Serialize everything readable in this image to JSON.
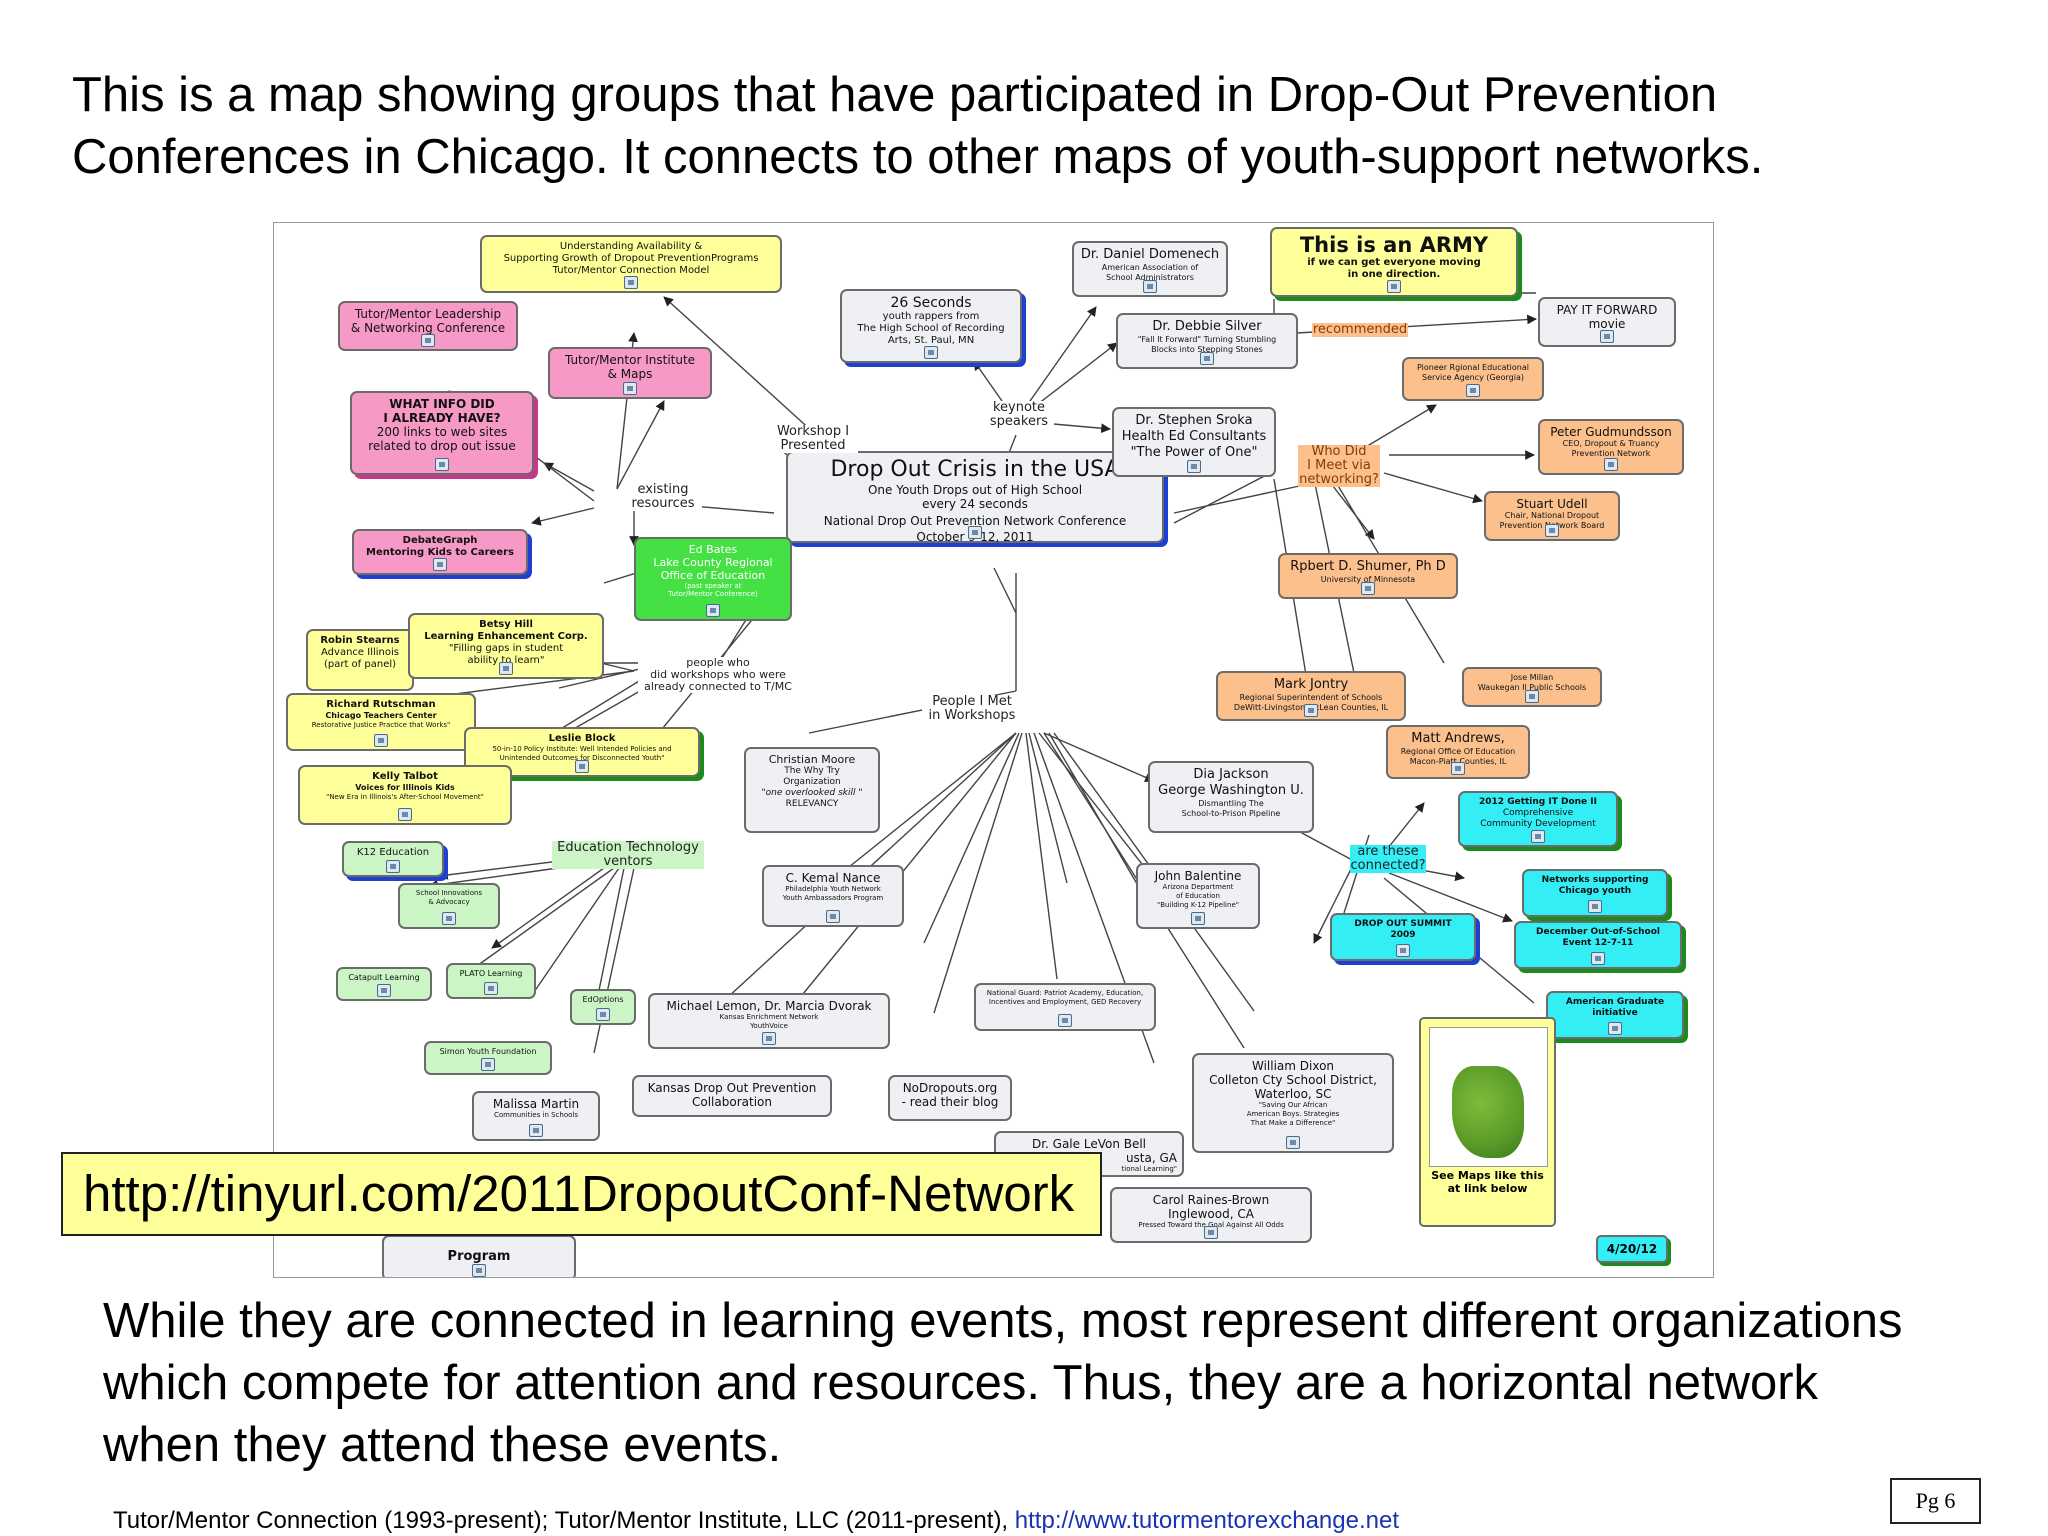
{
  "slide": {
    "intro_line1": "This is a map showing groups that have participated in Drop-Out Prevention",
    "intro_line2": "Conferences in Chicago.  It connects to other maps of youth-support networks.",
    "url_box": "http://tinyurl.com/2011DropoutConf-Network",
    "outro_line1": "While they are connected in learning events, most represent different organizations",
    "outro_line2": "which compete for attention and resources. Thus, they are a  horizontal network",
    "outro_line3": "when they attend these events.",
    "footer_text": "Tutor/Mentor Connection (1993-present); Tutor/Mentor Institute, LLC (2011-present), ",
    "footer_link": "http://www.tutormentorexchange.net",
    "page_number": "Pg  6"
  },
  "map": {
    "center": {
      "title": "Drop Out Crisis in the USA",
      "line1": "One Youth Drops out of High School",
      "line2": "every 24 seconds",
      "line3": "National Drop Out Prevention Network Conference",
      "line4": "October 9-12, 2011"
    },
    "army": {
      "title": "This is an ARMY",
      "line1": "if we can get everyone moving",
      "line2": "in one direction."
    },
    "understanding": {
      "line1": "Understanding Availability &",
      "line2": "Supporting Growth of Dropout PreventionPrograms",
      "line3": "Tutor/Mentor Connection Model"
    },
    "tm_leadership": {
      "line1": "Tutor/Mentor Leadership",
      "line2": "& Networking Conference"
    },
    "tm_institute": {
      "line1": "Tutor/Mentor Institute",
      "line2": "& Maps"
    },
    "what_info": {
      "line1": "WHAT INFO DID",
      "line2": "I ALREADY HAVE?",
      "line3": "200 links to web sites",
      "line4": "related to drop out issue"
    },
    "debategraph": {
      "line1": "DebateGraph",
      "line2": "Mentoring Kids to Careers"
    },
    "ed_bates": {
      "line1": "Ed Bates",
      "line2": "Lake County Regional",
      "line3": "Office of Education",
      "line4": "(past speaker at",
      "line5": "Tutor/Mentor Conference)"
    },
    "twentysix": {
      "title": "26 Seconds",
      "line1": "youth rappers from",
      "line2": "The High School of Recording",
      "line3": "Arts, St. Paul, MN"
    },
    "domenech": {
      "title": "Dr. Daniel Domenech",
      "line1": "American Association of",
      "line2": "School Administrators"
    },
    "silver": {
      "title": "Dr. Debbie Silver",
      "line1": "\"Fall It Forward\" Turning Stumbling",
      "line2": "Blocks into Stepping Stones"
    },
    "sroka": {
      "title": "Dr. Stephen Sroka",
      "line1": "Health Ed Consultants",
      "line2": "\"The Power of One\""
    },
    "pay_it_forward": {
      "line1": "PAY IT FORWARD",
      "line2": "movie"
    },
    "pioneer": {
      "line1": "Pioneer Rgional Educational",
      "line2": "Service Agency (Georgia)"
    },
    "gudmundsson": {
      "title": "Peter Gudmundsson",
      "line1": "CEO, Dropout & Truancy",
      "line2": "Prevention Network"
    },
    "udell": {
      "title": "Stuart Udell",
      "line1": "Chair, National Dropout",
      "line2": "Prevention Network Board"
    },
    "shumer": {
      "title": "Rpbert D. Shumer, Ph D",
      "line1": "University of Minnesota"
    },
    "jontry": {
      "title": "Mark Jontry",
      "line1": "Regional Superintendent of Schools",
      "line2": "DeWitt-Livingston-McLean Counties, IL"
    },
    "millan": {
      "line1": "Jose Millan",
      "line2": "Waukegan Il Public Schools"
    },
    "andrews": {
      "title": "Matt Andrews,",
      "line1": "Regional Office Of Education",
      "line2": "Macon-Piatt Counties, IL"
    },
    "stearns": {
      "line1": "Robin Stearns",
      "line2": "Advance Illinois",
      "line3": "(part of panel)"
    },
    "hill": {
      "line1": "Betsy Hill",
      "line2": "Learning Enhancement Corp.",
      "line3": "\"Filling gaps in student",
      "line4": "ability to learn\""
    },
    "rutschman": {
      "line1": "Richard Rutschman",
      "line2": "Chicago Teachers Center",
      "line3": "Restorative Justice Practice that Works\""
    },
    "block": {
      "line1": "Leslie Block",
      "line2": "50-in-10 Policy Institute: Well Intended Policies and",
      "line3": "Unintended Outcomes for Disconnected Youth\""
    },
    "talbot": {
      "line1": "Kelly Talbot",
      "line2": "Voices for Illinois Kids",
      "line3": "\"New Era in Illinois's After-School Movement\""
    },
    "moore": {
      "line1": "Christian Moore",
      "line2": "The Why Try",
      "line3": "Organization",
      "line4": "\"one overlooked skill \"",
      "line5": "RELEVANCY"
    },
    "nance": {
      "title": "C. Kemal Nance",
      "line1": "Philadelphia Youth Network",
      "line2": "Youth Ambassadors Program"
    },
    "jackson": {
      "title": "Dia Jackson",
      "line1": "George Washington U.",
      "line2": "Dismantling The",
      "line3": "School-to-Prison Pipeline"
    },
    "balentine": {
      "title": "John Balentine",
      "line1": "Arizona Department",
      "line2": "of Education",
      "line3": "\"Building K-12 Pipeline\""
    },
    "k12": {
      "line1": "K12 Education"
    },
    "school_innov": {
      "line1": "School Innovations",
      "line2": "& Advocacy"
    },
    "catapult": {
      "line1": "Catapult Learning"
    },
    "plato": {
      "line1": "PLATO Learning"
    },
    "edoptions": {
      "line1": "EdOptions"
    },
    "simon": {
      "line1": "Simon Youth Foundation"
    },
    "lemon": {
      "title": "Michael Lemon, Dr. Marcia Dvorak",
      "line1": "Kansas Enrichment Network",
      "line2": "YouthVoice"
    },
    "national_guard": {
      "line1": "National Guard: Patriot Academy, Education,",
      "line2": "Incentives and Employment, GED Recovery"
    },
    "martin": {
      "title": "Malissa Martin",
      "line1": "Communities in Schools"
    },
    "kansas": {
      "line1": "Kansas Drop Out Prevention",
      "line2": "Collaboration"
    },
    "nodropouts": {
      "line1": "NoDropouts.org",
      "line2": "- read their blog"
    },
    "dixon": {
      "title": "William Dixon",
      "line1": "Colleton Cty School District,",
      "line2": "Waterloo, SC",
      "line3": "\"Saving Our African",
      "line4": "American Boys. Strategies",
      "line5": "That Make a Difference\""
    },
    "bell": {
      "title": "Dr. Gale LeVon Bell",
      "line1": "usta, GA",
      "line2": "tional Learning\""
    },
    "raines": {
      "title": "Carol Raines-Brown",
      "line1": "Inglewood, CA",
      "line2": "Pressed Toward the Goal Against All Odds"
    },
    "program": {
      "line1": "Program"
    },
    "getting_it_done": {
      "line1": "2012 Getting IT Done II",
      "line2": "Comprehensive",
      "line3": "Community Development"
    },
    "networks_chicago": {
      "line1": "Networks supporting",
      "line2": "Chicago youth"
    },
    "summit": {
      "line1": "DROP OUT SUMMIT",
      "line2": "2009"
    },
    "december": {
      "line1": "December Out-of-School",
      "line2": "Event 12-7-11"
    },
    "american_grad": {
      "line1": "American Graduate",
      "line2": "initiative"
    },
    "minimap": {
      "line1": "See Maps like this",
      "line2": "at link below"
    },
    "date": "4/20/12",
    "labels": {
      "existing_1": "existing",
      "existing_2": "resources",
      "workshop_1": "Workshop I",
      "workshop_2": "Presented",
      "keynote_1": "keynote",
      "keynote_2": "speakers",
      "recommended": "recommended",
      "who_1": "Who Did",
      "who_2": "I Meet via",
      "who_3": "networking?",
      "people_1": "people who",
      "people_2": "did workshops who were",
      "people_3": "already connected to T/MC",
      "met_1": "People I Met",
      "met_2": "in Workshops",
      "edtech_1": "Education Technology",
      "edtech_2": "ventors",
      "connected_1": "are these",
      "connected_2": "connected?"
    }
  }
}
